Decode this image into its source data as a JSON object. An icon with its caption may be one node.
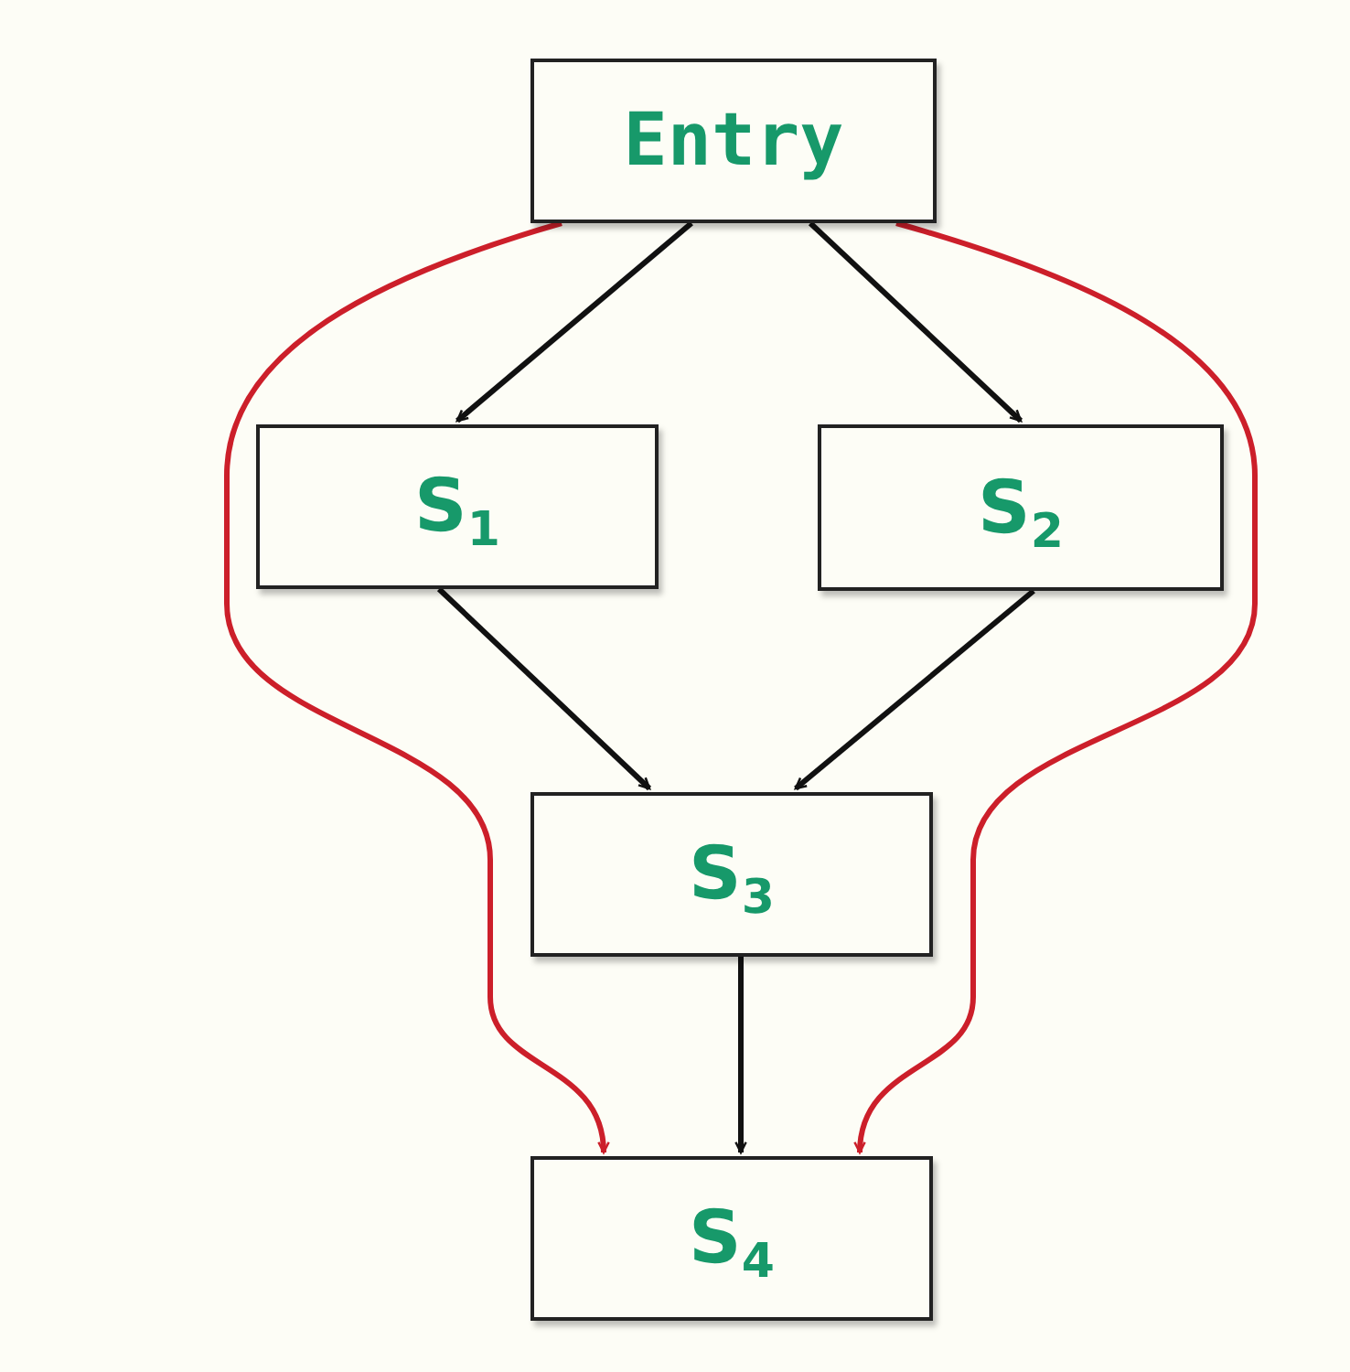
{
  "diagram": {
    "nodes": [
      {
        "text": [
          "Entry"
        ]
      },
      {
        "text": [
          "S$_{1}$"
        ]
      },
      {
        "text": [
          "S$_{2}$"
        ]
      },
      {
        "text": [
          "S$_{3}$"
        ]
      },
      {
        "text": [
          "S$_{4}$"
        ]
      }
    ],
    "edges": [
      {
        "from": 0,
        "to": 1,
        "arrow": "to"
      },
      {
        "from": 0,
        "to": 2,
        "arrow": "to"
      },
      {
        "from": 1,
        "to": 3,
        "arrow": "to"
      },
      {
        "from": 2,
        "to": 3,
        "arrow": "to"
      },
      {
        "from": 3,
        "to": 4,
        "arrow": "to"
      },
      {
        "from": 0,
        "to": 4,
        "arrow": "to",
        "color": "#cc1f2a"
      },
      {
        "from": 0,
        "to": 4,
        "arrow": "to",
        "color": "#cc1f2a"
      }
    ]
  }
}
